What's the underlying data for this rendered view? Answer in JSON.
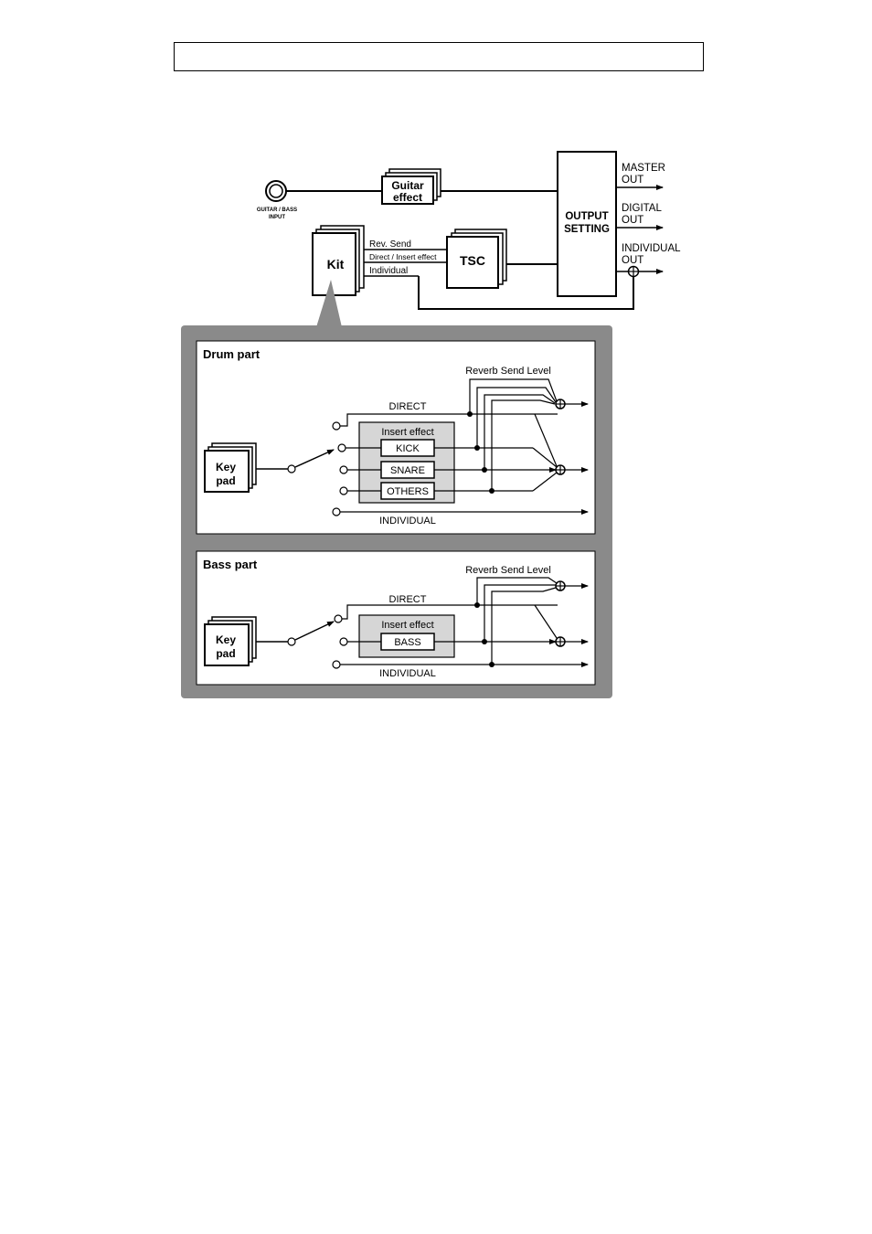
{
  "header": {
    "text": ""
  },
  "top": {
    "input_label_line1": "GUITAR / BASS",
    "input_label_line2": "INPUT",
    "guitar_effect_line1": "Guitar",
    "guitar_effect_line2": "effect",
    "kit": "Kit",
    "tsc": "TSC",
    "rev_send": "Rev. Send",
    "direct_insert": "Direct / Insert effect",
    "individual": "Individual",
    "output_setting_line1": "OUTPUT",
    "output_setting_line2": "SETTING",
    "master_out_line1": "MASTER",
    "master_out_line2": "OUT",
    "digital_out_line1": "DIGITAL",
    "digital_out_line2": "OUT",
    "individual_out_line1": "INDIVIDUAL",
    "individual_out_line2": "OUT"
  },
  "drum": {
    "title": "Drum part",
    "reverb_send_level": "Reverb Send Level",
    "direct": "DIRECT",
    "insert_effect": "Insert effect",
    "kick": "KICK",
    "snare": "SNARE",
    "others": "OTHERS",
    "individual": "INDIVIDUAL",
    "keypad_line1": "Key",
    "keypad_line2": "pad"
  },
  "bass": {
    "title": "Bass part",
    "reverb_send_level": "Reverb Send Level",
    "direct": "DIRECT",
    "insert_effect": "Insert effect",
    "bass": "BASS",
    "individual": "INDIVIDUAL",
    "keypad_line1": "Key",
    "keypad_line2": "pad"
  }
}
